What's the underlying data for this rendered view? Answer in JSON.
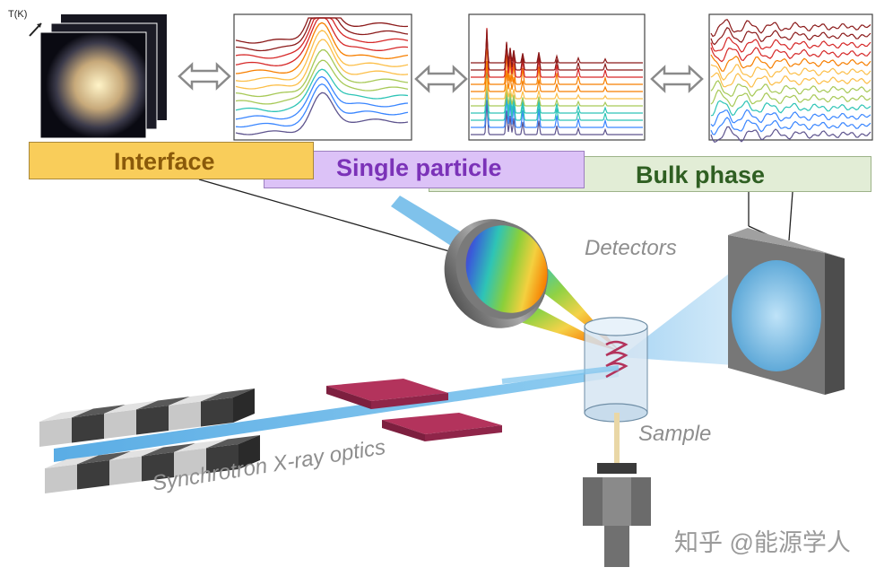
{
  "labels": {
    "axis_temperature": "T(K)",
    "interface": "Interface",
    "single_particle": "Single particle",
    "bulk_phase": "Bulk phase",
    "detectors": "Detectors",
    "sample": "Sample",
    "optics": "Synchrotron X-ray optics",
    "watermark": "知乎 @能源学人"
  },
  "colors": {
    "interface_band": "#f9cd5a",
    "single_particle_band": "#dcc2f7",
    "bulk_phase_band": "#e2edd6",
    "xray_beam": "#4aa7df",
    "slit_plates": "#b3335c",
    "spectrum_gradient": [
      "#8b1a1a",
      "#d62828",
      "#f77f00",
      "#fcbf49",
      "#a7c957",
      "#2ec4b6",
      "#3a86ff",
      "#5e548e"
    ]
  },
  "icons": [
    "double-arrow-icon",
    "detector-icon",
    "sample-holder-icon",
    "slit-icon",
    "undulator-icon"
  ]
}
